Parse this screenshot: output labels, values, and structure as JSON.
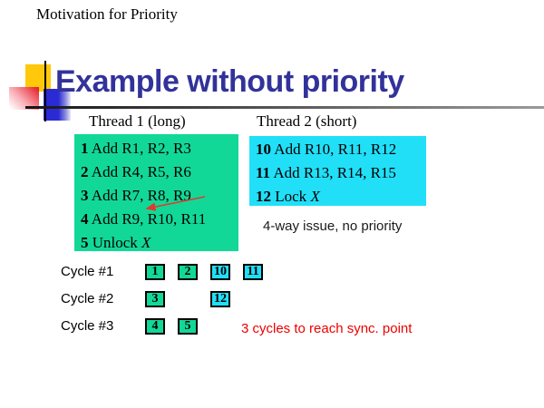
{
  "slide": {
    "top_note": "Motivation for Priority",
    "title": "Example without priority"
  },
  "threads": [
    {
      "header": "Thread 1 (long)",
      "instructions": [
        {
          "num": "1",
          "text": " Add R1, R2, R3",
          "italic": ""
        },
        {
          "num": "2",
          "text": " Add R4, R5, R6",
          "italic": ""
        },
        {
          "num": "3",
          "text": " Add R7, R8, R9",
          "italic": ""
        },
        {
          "num": "4",
          "text": " Add R9, R10, R11",
          "italic": ""
        },
        {
          "num": "5",
          "text": " Unlock ",
          "italic": "X"
        }
      ]
    },
    {
      "header": "Thread 2 (short)",
      "instructions": [
        {
          "num": "10",
          "text": " Add R10, R11, R12",
          "italic": ""
        },
        {
          "num": "11",
          "text": " Add R13, R14, R15",
          "italic": ""
        },
        {
          "num": "12",
          "text": " Lock ",
          "italic": "X"
        }
      ]
    }
  ],
  "annotations": {
    "issue_caption": "4-way issue, no priority",
    "conclusion": "3 cycles to reach sync. point"
  },
  "cycles": [
    {
      "label": "Cycle #1",
      "slots": [
        {
          "num": "1",
          "thread": 1
        },
        {
          "num": "2",
          "thread": 1
        },
        {
          "num": "10",
          "thread": 2
        },
        {
          "num": "11",
          "thread": 2
        }
      ]
    },
    {
      "label": "Cycle #2",
      "slots": [
        {
          "num": "3",
          "thread": 1
        },
        {
          "num": "12",
          "thread": 2
        }
      ]
    },
    {
      "label": "Cycle #3",
      "slots": [
        {
          "num": "4",
          "thread": 1
        },
        {
          "num": "5",
          "thread": 1
        }
      ]
    }
  ],
  "colors": {
    "thread1_box": "#12D897",
    "thread2_box": "#22DFF8",
    "title_text": "#32329B",
    "conclusion_text": "#EE0000",
    "arrow": "#E03A2E",
    "deco_yellow": "#FFC80A",
    "deco_blue": "#2B2BD5",
    "deco_pink": "#E8232D"
  }
}
